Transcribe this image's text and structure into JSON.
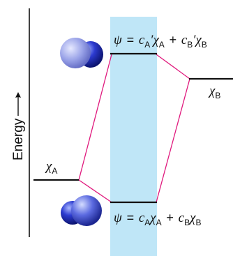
{
  "axis": {
    "label": "Energy"
  },
  "levels": {
    "atomic_a": {
      "symbol": "χ",
      "sub": "A"
    },
    "atomic_b": {
      "symbol": "χ",
      "sub": "B"
    },
    "antibonding": {
      "psi": "ψ",
      "eq": "=",
      "c1": "c",
      "c1sub": "A",
      "prime1": "′",
      "chi1": "χ",
      "chi1sub": "A",
      "plus": "+",
      "c2": "c",
      "c2sub": "B",
      "prime2": "′",
      "chi2": "χ",
      "chi2sub": "B"
    },
    "bonding": {
      "psi": "ψ",
      "eq": "=",
      "c1": "c",
      "c1sub": "A",
      "chi1": "χ",
      "chi1sub": "A",
      "plus": "+",
      "c2": "c",
      "c2sub": "B",
      "chi2": "χ",
      "chi2sub": "B"
    }
  },
  "colors": {
    "band": "#bfe6f7",
    "connector": "#e0197d",
    "level_line": "#111111",
    "orbital_light": "#9aa3e8",
    "orbital_dark": "#1f2aa8"
  }
}
